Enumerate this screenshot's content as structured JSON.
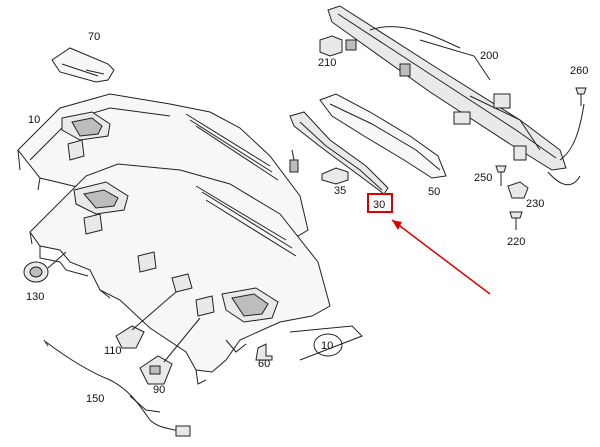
{
  "labels": {
    "p70": "70",
    "p10a": "10",
    "p10b": "10",
    "p200": "200",
    "p210": "210",
    "p260": "260",
    "p35": "35",
    "p50": "50",
    "p30": "30",
    "p250": "250",
    "p230": "230",
    "p220": "220",
    "p130": "130",
    "p110": "110",
    "p90": "90",
    "p60": "60",
    "p150": "150"
  },
  "colors": {
    "highlight": "#e00000",
    "line": "#222222"
  }
}
